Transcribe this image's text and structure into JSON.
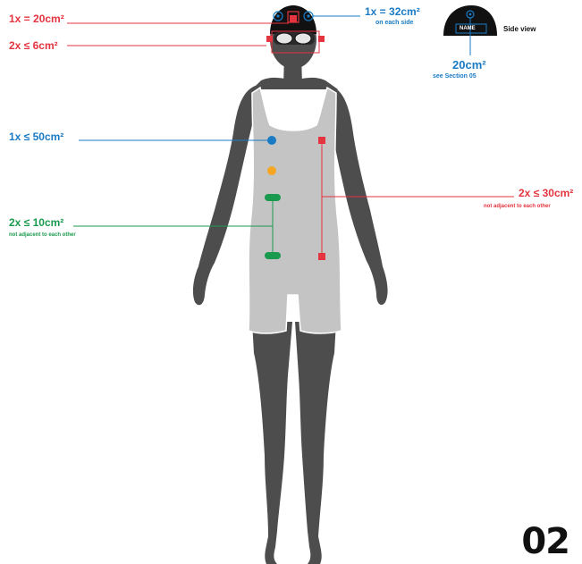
{
  "labels": {
    "cap_front": "1x = 20cm²",
    "goggles": "2x ≤ 6cm²",
    "cap_side": "1x = 32cm²",
    "cap_side_note": "on each side",
    "side_view": "Side view",
    "name_tag": "NAME",
    "name_area": "20cm²",
    "name_area_note": "see Section 05",
    "chest": "1x ≤ 50cm²",
    "side_strip": "2x ≤ 30cm²",
    "side_strip_note": "not adjacent to each other",
    "torso": "2x ≤ 10cm²",
    "torso_note": "not adjacent to each other"
  },
  "page_number": "02",
  "colors": {
    "red": "#e3343f",
    "blue": "#1a7bc4",
    "green": "#1a9a4e",
    "yellow": "#f5a623",
    "skin": "#4d4d4d",
    "suit": "#c4c4c4",
    "cap": "#111111"
  }
}
